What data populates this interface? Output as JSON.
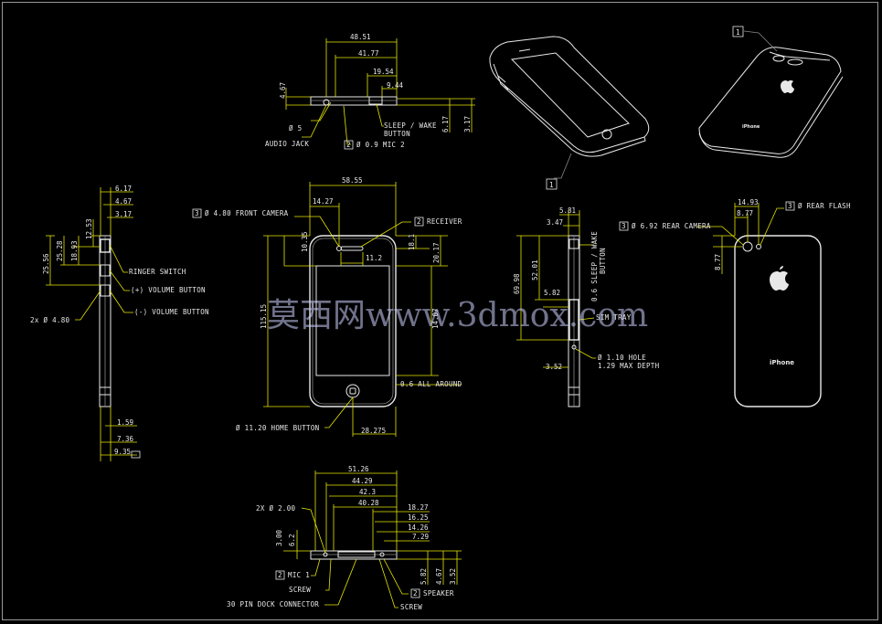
{
  "watermark": "莫西网www.3dmox.com",
  "iso_left_tag": "1",
  "iso_right_tag": "1",
  "iso_right_logo": "iPhone",
  "iso_left_speaker_text": "",
  "top_view": {
    "dims": [
      "48.51",
      "41.77",
      "19.54",
      "9.44",
      "4.67",
      "6.17",
      "3.17"
    ],
    "labels": {
      "hole": "Ø 5",
      "audio": "AUDIO JACK",
      "sleep": "SLEEP / WAKE",
      "sleep2": "BUTTON",
      "mic2_tag": "2",
      "mic2": "Ø 0.9 MIC 2"
    }
  },
  "left_side": {
    "dims_top": [
      "6.17",
      "4.67",
      "3.17"
    ],
    "dims_vert": [
      "12.53",
      "18.93",
      "25.28",
      "25.56"
    ],
    "dims_bottom": [
      "1.59",
      "7.36",
      "9.35"
    ],
    "labels": [
      "RINGER SWITCH",
      "(+) VOLUME BUTTON",
      "(-) VOLUME BUTTON",
      "2x Ø 4.80"
    ]
  },
  "front_view": {
    "dims": [
      "58.55",
      "14.27",
      "10.35",
      "11.2",
      "18.1",
      "20.17",
      "115.15",
      "14.07",
      "28.275"
    ],
    "labels": {
      "cam_tag": "3",
      "cam": "Ø 4.80 FRONT CAMERA",
      "rec_tag": "2",
      "rec": "RECEIVER",
      "around": "0.6 ALL AROUND",
      "home": "Ø 11.20 HOME BUTTON"
    }
  },
  "right_side": {
    "dims": [
      "5.81",
      "3.47",
      "69.98",
      "52.01",
      "5.82",
      "3.52"
    ],
    "labels": {
      "sleep": "0.6 SLEEP / WAKE",
      "sleep2": "BUTTON",
      "tray": "SIM TRAY",
      "hole": "Ø 1.10 HOLE",
      "depth": "1.29 MAX DEPTH"
    }
  },
  "back_view": {
    "dims": [
      "14.93",
      "8.77",
      "8.77"
    ],
    "labels": {
      "cam_tag": "3",
      "cam": "Ø 6.92 REAR CAMERA",
      "flash_tag": "3",
      "flash": "Ø REAR FLASH",
      "logo": "iPhone"
    }
  },
  "bottom_view": {
    "dims": [
      "51.26",
      "44.29",
      "42.3",
      "40.28",
      "18.27",
      "16.25",
      "14.26",
      "7.29",
      "6.2",
      "3.00",
      "5.82",
      "4.67",
      "3.52"
    ],
    "labels": {
      "screws": "2X Ø 2.00",
      "mic_tag": "2",
      "mic": "MIC 1",
      "screw_l": "SCREW",
      "dock": "30 PIN DOCK CONNECTOR",
      "sp_tag": "2",
      "speaker": "SPEAKER",
      "screw_r": "SCREW"
    }
  }
}
